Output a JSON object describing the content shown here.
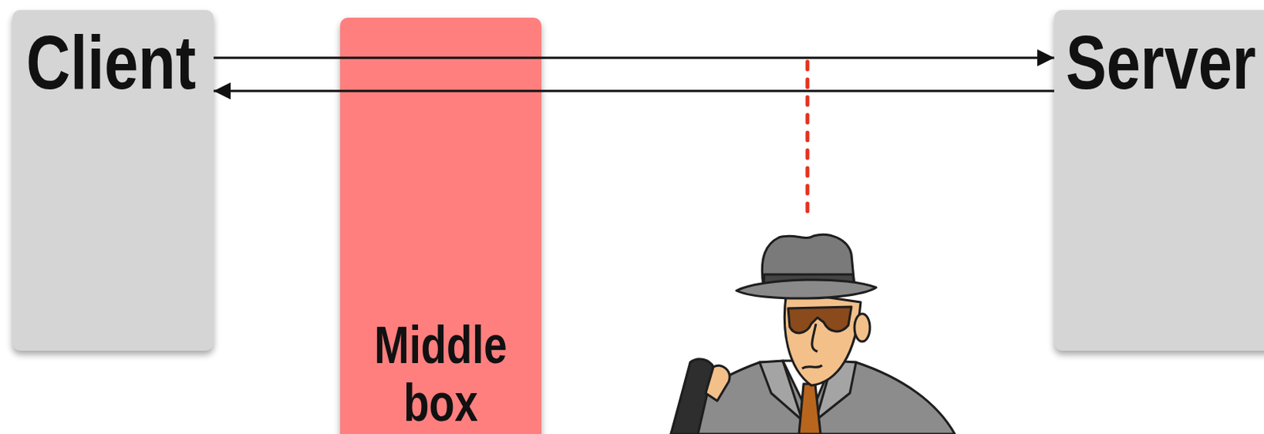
{
  "diagram": {
    "nodes": [
      {
        "text": [
          "Client"
        ]
      },
      {
        "text": [
          "Middle box"
        ]
      },
      {
        "text": [
          "Server"
        ]
      }
    ],
    "edges": [
      {
        "from": 0,
        "to": 2,
        "arrow": "to"
      },
      {
        "from": 2,
        "to": 0,
        "arrow": "to"
      }
    ]
  }
}
